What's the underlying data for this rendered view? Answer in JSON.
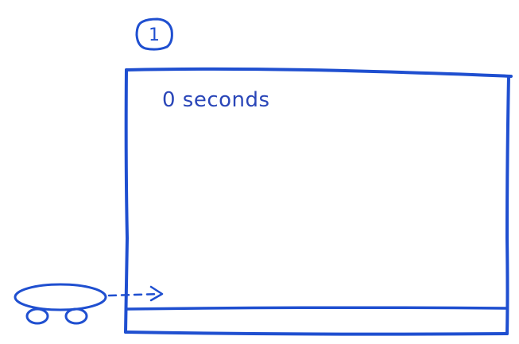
{
  "step": {
    "number": "1"
  },
  "screen": {
    "timer_text": "0 seconds"
  },
  "colors": {
    "ink": "#1f4fd0",
    "text": "#2a46b8",
    "background": "#ffffff"
  },
  "icons": {
    "step_marker": "circled-number",
    "sprite": "skateboard-icon",
    "motion_arrow": "dashed-arrow-right-icon"
  }
}
